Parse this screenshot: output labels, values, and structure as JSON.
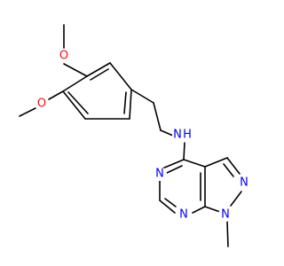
{
  "molecule": {
    "atoms": {
      "o_upper": {
        "label": "O",
        "color": "#ff0d0d"
      },
      "o_lower": {
        "label": "O",
        "color": "#ff0d0d"
      },
      "nh_linker": {
        "label": "N",
        "h_label": "H",
        "color": "#0000ff"
      },
      "n_pyrazole_upper": {
        "label": "N",
        "color": "#0000ff"
      },
      "n_pyrazole_lower": {
        "label": "N",
        "color": "#0000ff"
      },
      "n_pyrimidine_upper": {
        "label": "N",
        "color": "#0000ff"
      },
      "n_pyrimidine_lower": {
        "label": "N",
        "color": "#0000ff"
      }
    },
    "bond_color": "#000000"
  }
}
